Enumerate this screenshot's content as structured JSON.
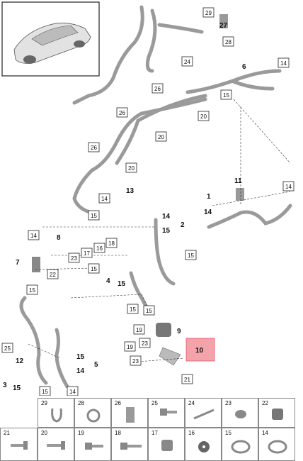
{
  "diagram": {
    "car_thumbnail": "car-thumbnail",
    "callouts": {
      "c29": "29",
      "c27": "27",
      "c28": "28",
      "c24": "24",
      "c6": "6",
      "c14a": "14",
      "c26a": "26",
      "c15a": "15",
      "c20a": "20",
      "c26b": "26",
      "c20b": "20",
      "c26c": "26",
      "c20c": "20",
      "c14b": "14",
      "c15b": "15",
      "c11": "11",
      "c14c": "14",
      "c13": "13",
      "c1": "1",
      "c14d": "14",
      "c15c": "15",
      "c14e": "14",
      "c15d": "15",
      "c2": "2",
      "c14f": "14",
      "c8": "8",
      "c18": "18",
      "c16": "16",
      "c17": "17",
      "c7": "7",
      "c23a": "23",
      "c22": "22",
      "c15e": "15",
      "c4": "4",
      "c15f": "15",
      "c15g": "15",
      "c15h": "15",
      "c15i": "15",
      "c19a": "19",
      "c9": "9",
      "c10": "10",
      "c23b": "23",
      "c19b": "19",
      "c23c": "23",
      "c21": "21",
      "c25": "25",
      "c12": "12",
      "c15j": "15",
      "c14g": "14",
      "c5": "5",
      "c3": "3",
      "c15k": "15",
      "c15l": "15",
      "c14h": "14"
    }
  },
  "parts_grid": {
    "row1": [
      "29",
      "28",
      "26",
      "25",
      "24",
      "23",
      "22"
    ],
    "row2": [
      "21",
      "20",
      "19",
      "18",
      "17",
      "16",
      "15",
      "14"
    ]
  }
}
